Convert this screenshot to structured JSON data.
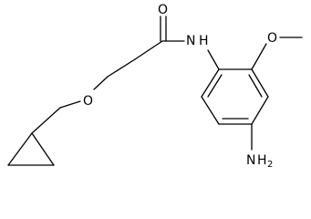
{
  "atoms": {
    "carbonyl_oxygen": "O",
    "amide_nitrogen": "N",
    "amide_hydrogen": "H",
    "ether_oxygen": "O",
    "methoxy_oxygen": "O",
    "amino_nitrogen": "N",
    "amino_hydrogen": "H",
    "amino_subscript": "2"
  }
}
